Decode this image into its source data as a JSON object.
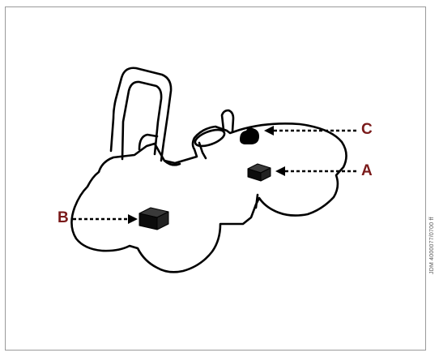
{
  "callouts": {
    "c": "C",
    "a": "A",
    "b": "B"
  },
  "figure_id": "JDM 4000077/0700 ff",
  "colors": {
    "callout_text": "#7a1a1a",
    "outline": "#000000",
    "frame": "#9a9a9a"
  }
}
